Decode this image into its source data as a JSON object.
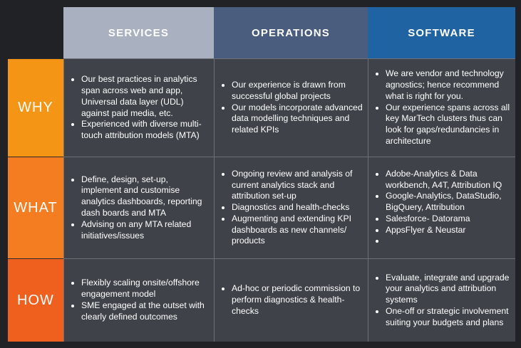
{
  "columns": {
    "services": "SERVICES",
    "operations": "OPERATIONS",
    "software": "SOFTWARE"
  },
  "rows": {
    "why": "WHY",
    "what": "WHAT",
    "how": "HOW"
  },
  "cells": {
    "why": {
      "services": [
        "Our best practices in analytics span across web and app, Universal data layer (UDL) against paid media, etc.",
        "Experienced with diverse multi-touch attribution models (MTA)"
      ],
      "operations": [
        "Our experience is drawn from successful global projects",
        "Our models incorporate advanced data modelling techniques and related KPIs"
      ],
      "software": [
        "We are vendor and technology agnostics; hence recommend what is right for you.",
        "Our experience spans across all key MarTech clusters thus can look for gaps/redundancies in architecture"
      ]
    },
    "what": {
      "services": [
        "Define, design, set-up, implement and customise analytics dashboards, reporting dash boards and MTA",
        "Advising on any MTA related initiatives/issues"
      ],
      "operations": [
        "Ongoing review and analysis of current analytics stack and attribution set-up",
        "Diagnostics and health-checks",
        "Augmenting and extending KPI dashboards as new channels/ products"
      ],
      "software": [
        "Adobe-Analytics & Data workbench, A4T, Attribution IQ",
        "Google-Analytics, DataStudio, BigQuery, Attribution",
        "Salesforce- Datorama",
        "AppsFlyer & Neustar",
        ""
      ]
    },
    "how": {
      "services": [
        "Flexibly scaling onsite/offshore engagement model",
        "SME engaged at the outset with clearly defined outcomes"
      ],
      "operations": [
        "Ad-hoc or periodic commission to perform diagnostics & health-checks"
      ],
      "software": [
        "Evaluate, integrate and upgrade your analytics and attribution systems",
        "One-off or strategic involvement suiting your budgets and plans"
      ]
    }
  },
  "colors": {
    "header_services": "#a9b0bf",
    "header_operations": "#4a5d7e",
    "header_software": "#1f63a3",
    "row_why": "#f59516",
    "row_what": "#f47d21",
    "row_how": "#ef5f1e",
    "cell_bg": "#3f4249",
    "page_bg": "#212226"
  }
}
